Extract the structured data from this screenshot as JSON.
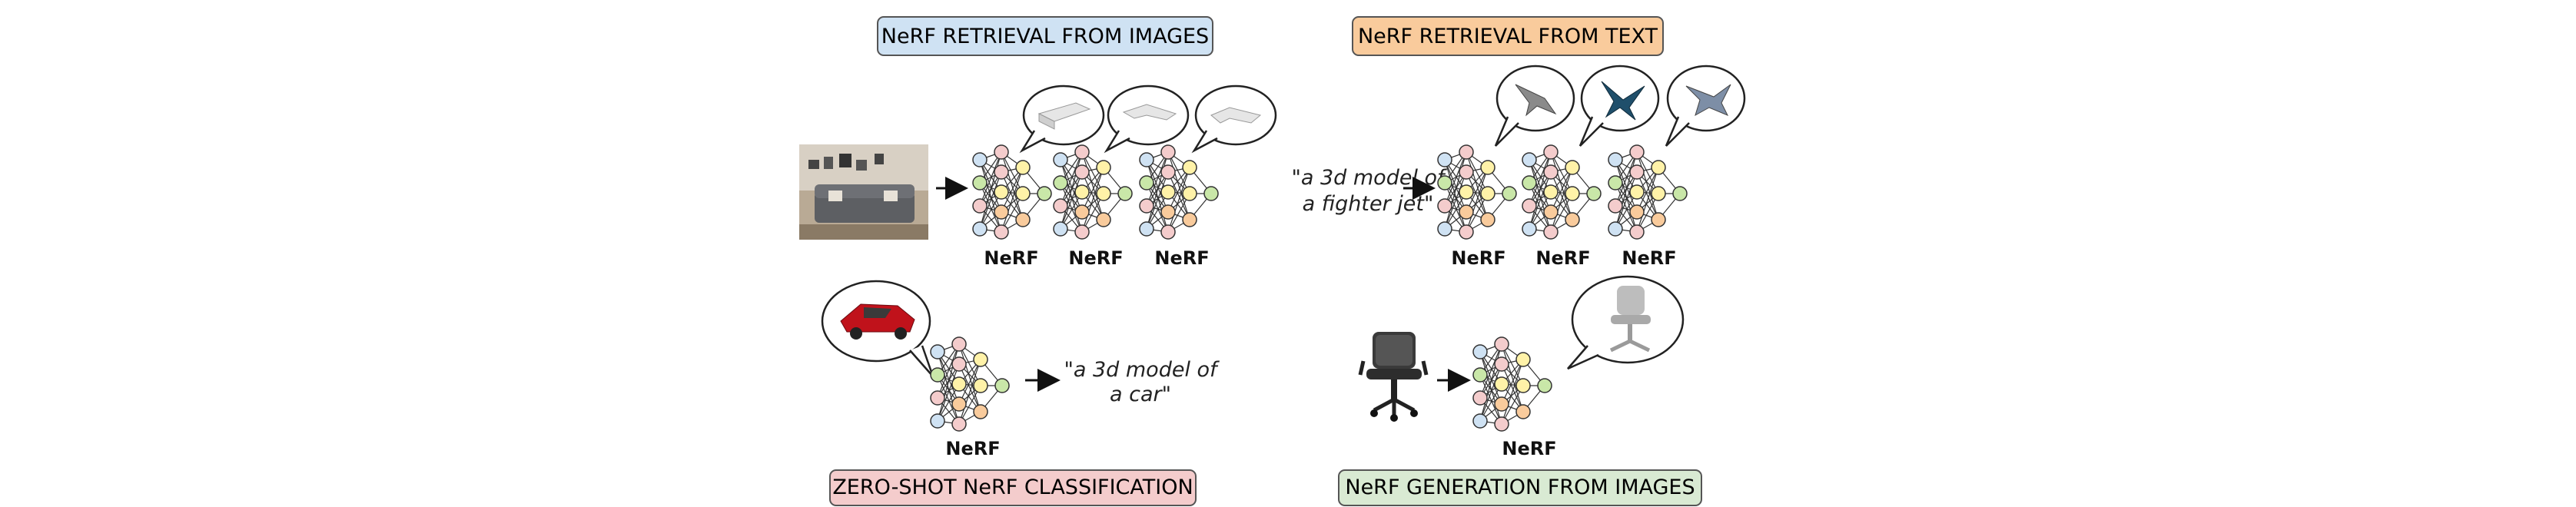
{
  "panels": {
    "retrieval_images": {
      "title": "NeRF RETRIEVAL FROM IMAGES",
      "nerf_label": "NeRF",
      "input": "photo-of-living-room-with-sofa",
      "outputs": [
        "sofa-render",
        "sofa-render",
        "sofa-render"
      ]
    },
    "retrieval_text": {
      "title": "NeRF RETRIEVAL FROM TEXT",
      "nerf_label": "NeRF",
      "query_line1": "\"a 3d model of",
      "query_line2": "a fighter jet\"",
      "outputs": [
        "jet-render",
        "jet-render",
        "jet-render"
      ]
    },
    "classification": {
      "title": "ZERO-SHOT NeRF CLASSIFICATION",
      "nerf_label": "NeRF",
      "answer_line1": "\"a 3d model of",
      "answer_line2": "a car\"",
      "bubble": "red-car-render"
    },
    "generation": {
      "title": "NeRF GENERATION FROM IMAGES",
      "nerf_label": "NeRF",
      "input": "office-chair-photo",
      "bubble": "generated-chair-render"
    }
  },
  "colors": {
    "blue_title": "#cfe2f3",
    "orange_title": "#f9cb9c",
    "pink_title": "#f4cccc",
    "green_title": "#d9ead3",
    "node_blue": "#cfe2f3",
    "node_pink": "#f4cccc",
    "node_green": "#c9e7a8",
    "node_yellow": "#fff2a8",
    "node_orange": "#f9cb9c"
  }
}
